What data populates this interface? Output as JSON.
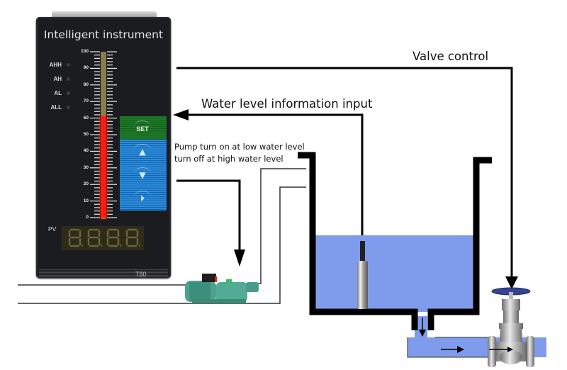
{
  "diagram": {
    "labels": {
      "valve_control": "Valve control",
      "water_level_input": "Water level information input",
      "pump_line1": "Pump turn on at low water level",
      "pump_line2": "turn off at high water level"
    },
    "instrument": {
      "title": "Intelligent instrument",
      "alarms": [
        "AHH",
        "AH",
        "AL",
        "ALL"
      ],
      "scale_ticks": [
        "100",
        "90",
        "80",
        "70",
        "60",
        "50",
        "40",
        "30",
        "20",
        "10",
        "0"
      ],
      "scale_min": 0,
      "scale_max": 100,
      "bar_level_percent": 61,
      "buttons": {
        "set": "SET",
        "up": "▲",
        "down": "▼",
        "shift": "⏵"
      },
      "pv_label": "PV",
      "pv_display": "8.8.8.8.",
      "model": "T80"
    },
    "components": {
      "pump": "water-pump",
      "sensor": "submersible-level-sensor",
      "valve": "gate-valve",
      "tank": "water-tank"
    },
    "tank_fill_fraction": 0.5,
    "colors": {
      "water": "#7f9bec",
      "bar_red": "#ff1b10",
      "bar_track": "#8a7b4e",
      "set_green": "#1e7a28",
      "keypad_blue": "#2a8ad8",
      "instrument_bg": "#1b1c20"
    }
  }
}
